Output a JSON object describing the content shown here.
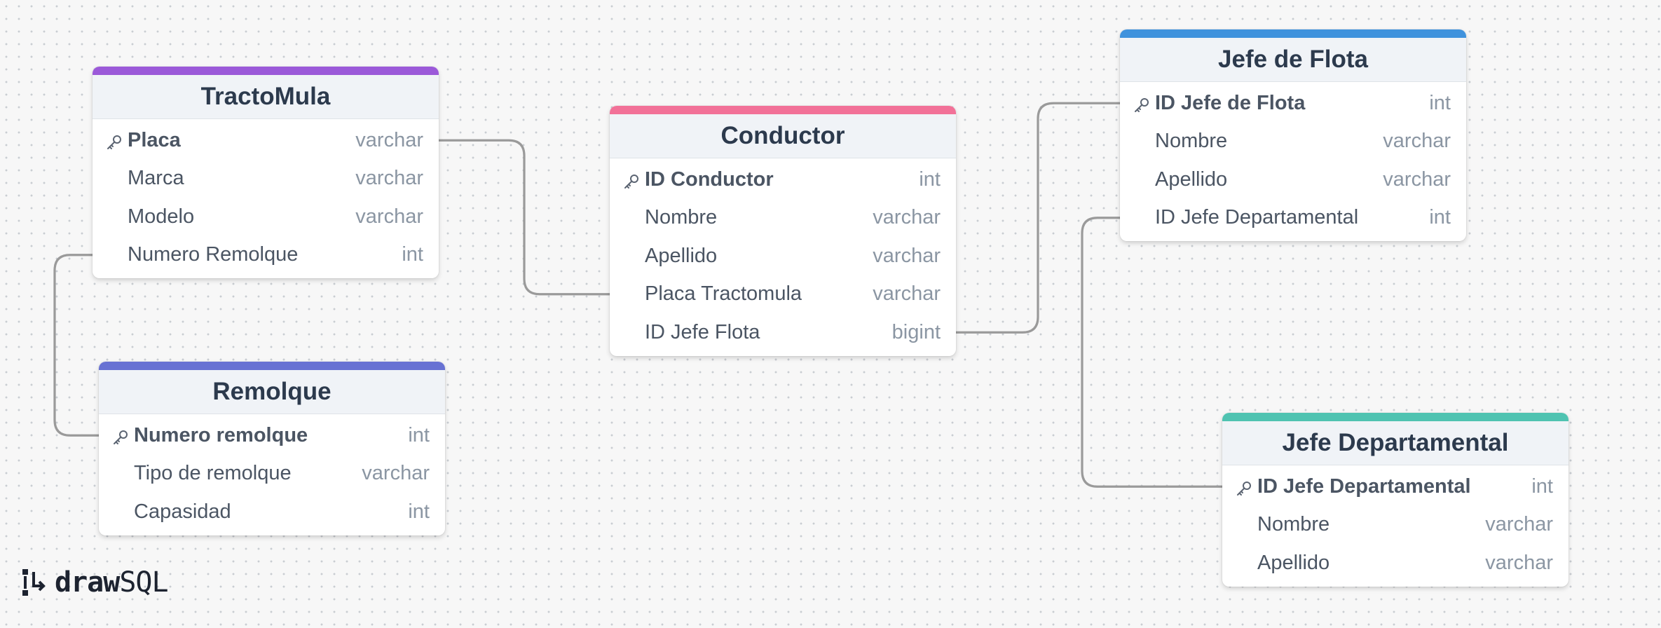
{
  "app": {
    "logo_part1": "draw",
    "logo_part2": "SQL"
  },
  "tables": [
    {
      "id": "tractomula",
      "name": "TractoMula",
      "color": "#9b59d9",
      "fields": [
        {
          "name": "Placa",
          "type": "varchar",
          "pk": true
        },
        {
          "name": "Marca",
          "type": "varchar",
          "pk": false
        },
        {
          "name": "Modelo",
          "type": "varchar",
          "pk": false
        },
        {
          "name": "Numero Remolque",
          "type": "int",
          "pk": false
        }
      ]
    },
    {
      "id": "remolque",
      "name": "Remolque",
      "color": "#6872d3",
      "fields": [
        {
          "name": "Numero remolque",
          "type": "int",
          "pk": true
        },
        {
          "name": "Tipo de remolque",
          "type": "varchar",
          "pk": false
        },
        {
          "name": "Capasidad",
          "type": "int",
          "pk": false
        }
      ]
    },
    {
      "id": "conductor",
      "name": "Conductor",
      "color": "#f27198",
      "fields": [
        {
          "name": "ID Conductor",
          "type": "int",
          "pk": true
        },
        {
          "name": "Nombre",
          "type": "varchar",
          "pk": false
        },
        {
          "name": "Apellido",
          "type": "varchar",
          "pk": false
        },
        {
          "name": "Placa Tractomula",
          "type": "varchar",
          "pk": false
        },
        {
          "name": "ID Jefe Flota",
          "type": "bigint",
          "pk": false
        }
      ]
    },
    {
      "id": "jefe-de-flota",
      "name": "Jefe de Flota",
      "color": "#3f92dd",
      "fields": [
        {
          "name": "ID Jefe de Flota",
          "type": "int",
          "pk": true
        },
        {
          "name": "Nombre",
          "type": "varchar",
          "pk": false
        },
        {
          "name": "Apellido",
          "type": "varchar",
          "pk": false
        },
        {
          "name": "ID Jefe Departamental",
          "type": "int",
          "pk": false
        }
      ]
    },
    {
      "id": "jefe-departamental",
      "name": "Jefe Departamental",
      "color": "#4fc3b1",
      "fields": [
        {
          "name": "ID Jefe Departamental",
          "type": "int",
          "pk": true
        },
        {
          "name": "Nombre",
          "type": "varchar",
          "pk": false
        },
        {
          "name": "Apellido",
          "type": "varchar",
          "pk": false
        }
      ]
    }
  ],
  "relations": [
    {
      "from_table": 0,
      "from_field": 0,
      "to_table": 2,
      "to_field": 3
    },
    {
      "from_table": 0,
      "from_field": 3,
      "to_table": 1,
      "to_field": 0
    },
    {
      "from_table": 2,
      "from_field": 4,
      "to_table": 3,
      "to_field": 0
    },
    {
      "from_table": 3,
      "from_field": 3,
      "to_table": 4,
      "to_field": 0
    }
  ],
  "link_color": "#9a9a9a"
}
